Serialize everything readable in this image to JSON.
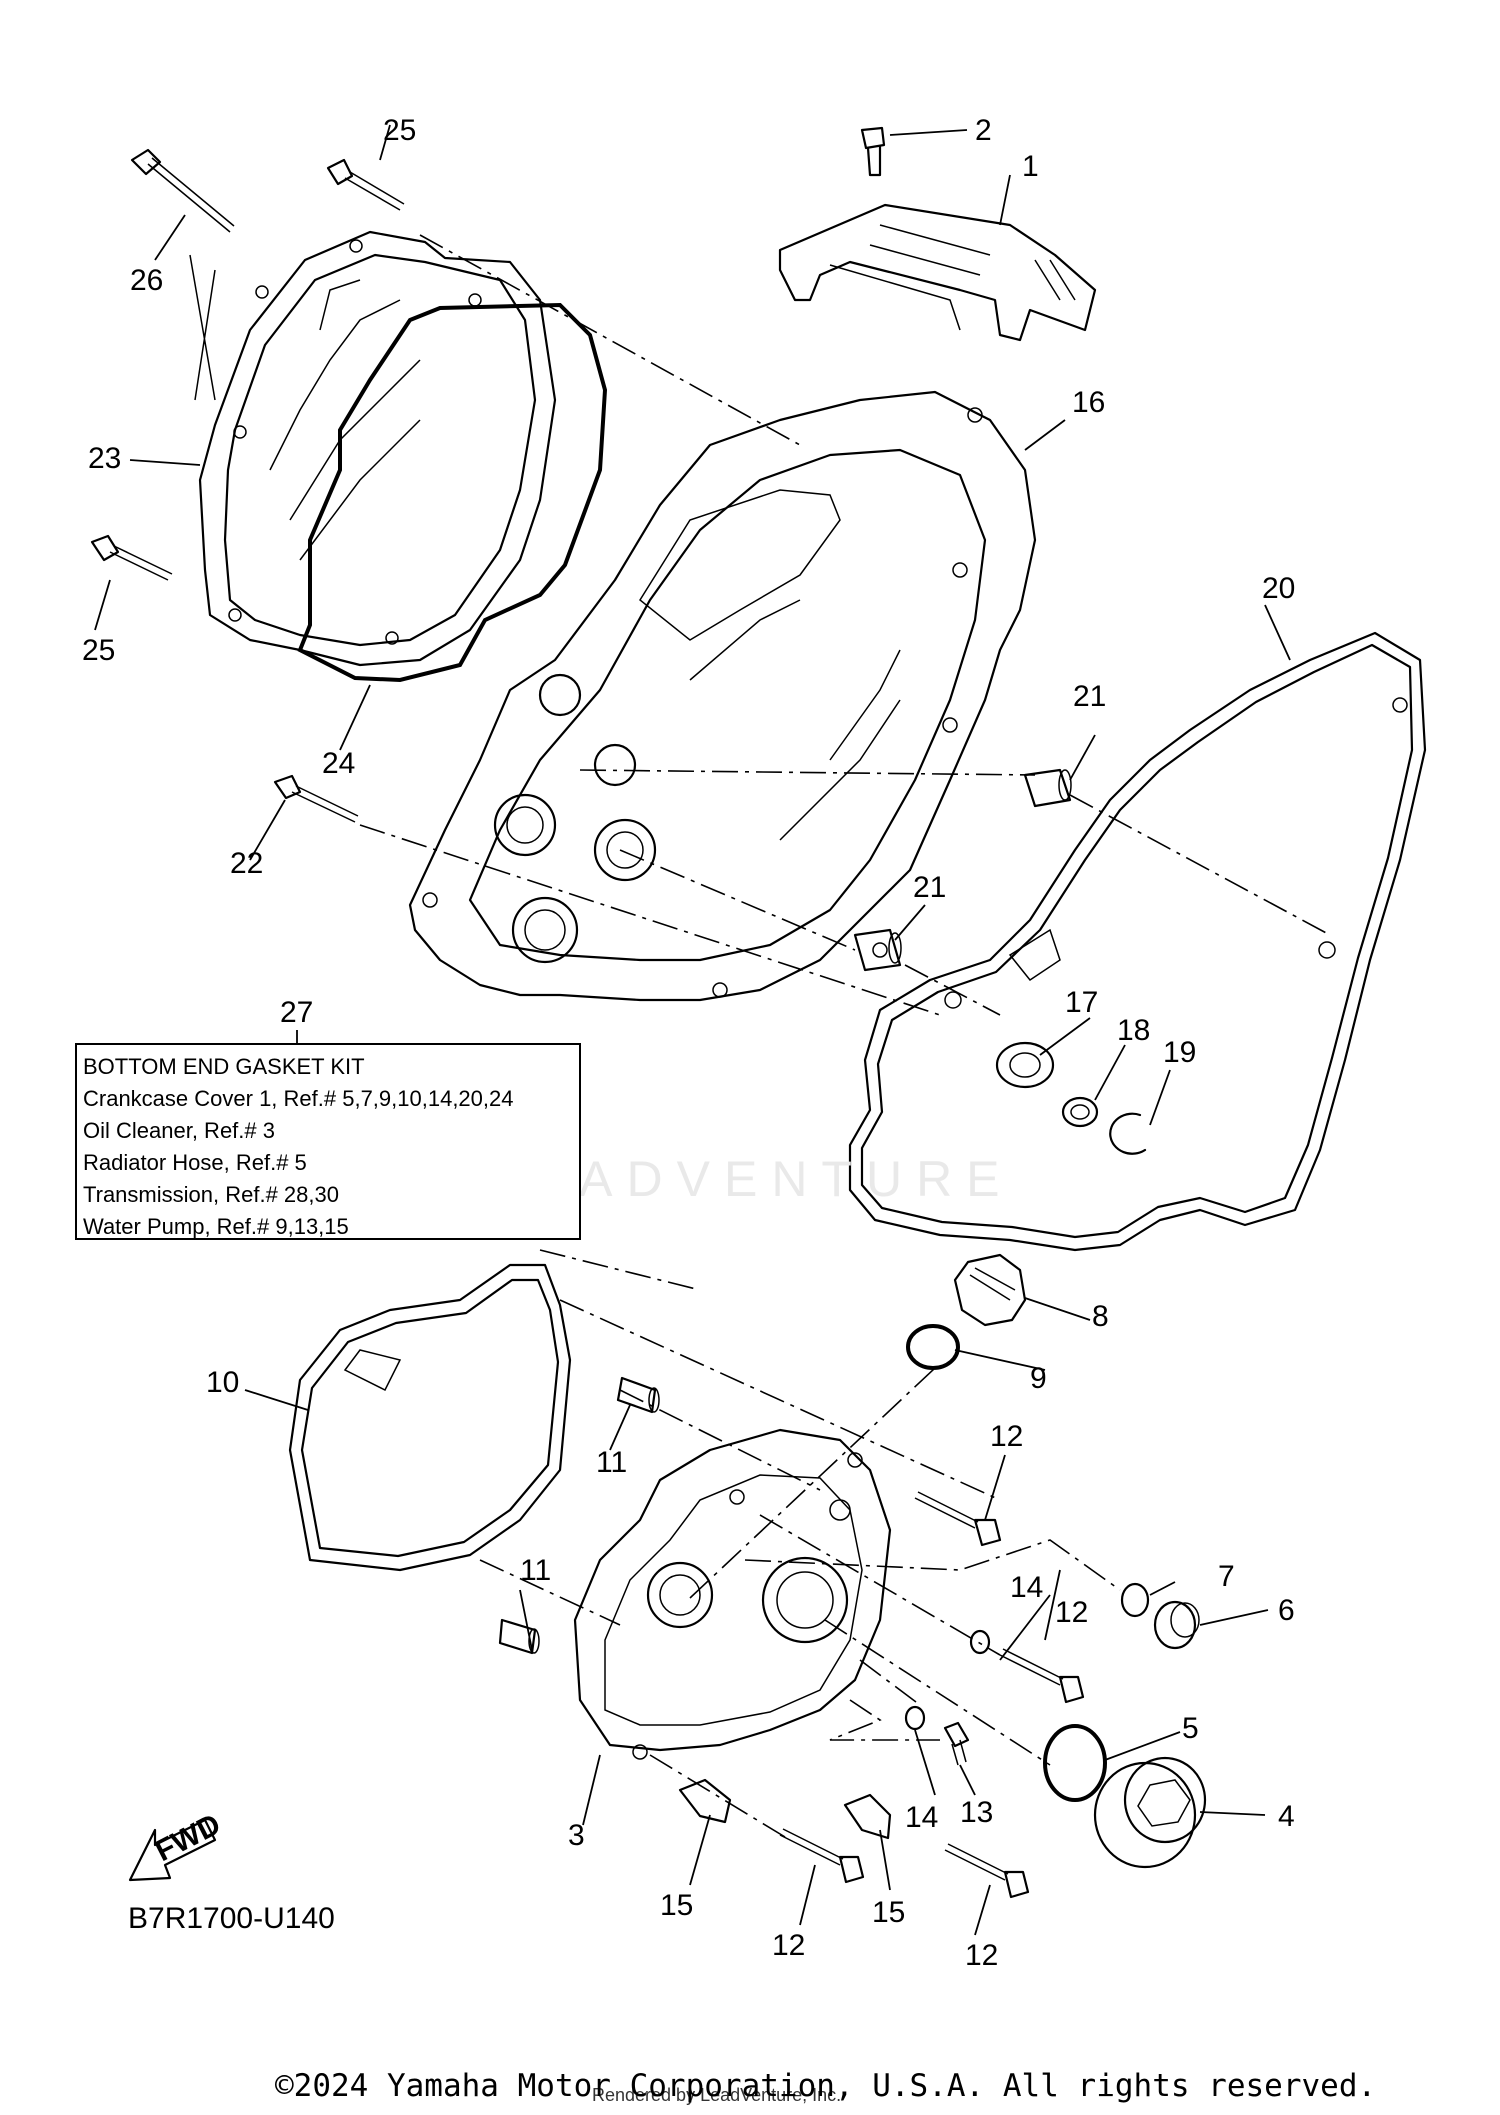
{
  "diagram": {
    "code": "B7R1700-U140",
    "watermark": "LEADVENTURE",
    "copyright": "©2024 Yamaha Motor Corporation, U.S.A. All rights reserved.",
    "rendered_by": "Rendered by LeadVenture, Inc."
  },
  "fwd_label": "FWD",
  "kit_box": {
    "callout": "27",
    "lines": [
      "BOTTOM END GASKET KIT",
      "Crankcase Cover 1, Ref.# 5,7,9,10,14,20,24",
      "Oil Cleaner, Ref.# 3",
      "Radiator Hose, Ref.# 5",
      "Transmission, Ref.# 28,30",
      "Water Pump, Ref.# 9,13,15"
    ]
  },
  "callouts": {
    "c1": "1",
    "c2": "2",
    "c3": "3",
    "c4": "4",
    "c5": "5",
    "c6": "6",
    "c7": "7",
    "c8": "8",
    "c9": "9",
    "c10": "10",
    "c11a": "11",
    "c11b": "11",
    "c12a": "12",
    "c12b": "12",
    "c12c": "12",
    "c12d": "12",
    "c13": "13",
    "c14a": "14",
    "c14b": "14",
    "c15a": "15",
    "c15b": "15",
    "c16": "16",
    "c17": "17",
    "c18": "18",
    "c19": "19",
    "c20": "20",
    "c21a": "21",
    "c21b": "21",
    "c22": "22",
    "c23": "23",
    "c24": "24",
    "c25a": "25",
    "c25b": "25",
    "c26": "26"
  }
}
